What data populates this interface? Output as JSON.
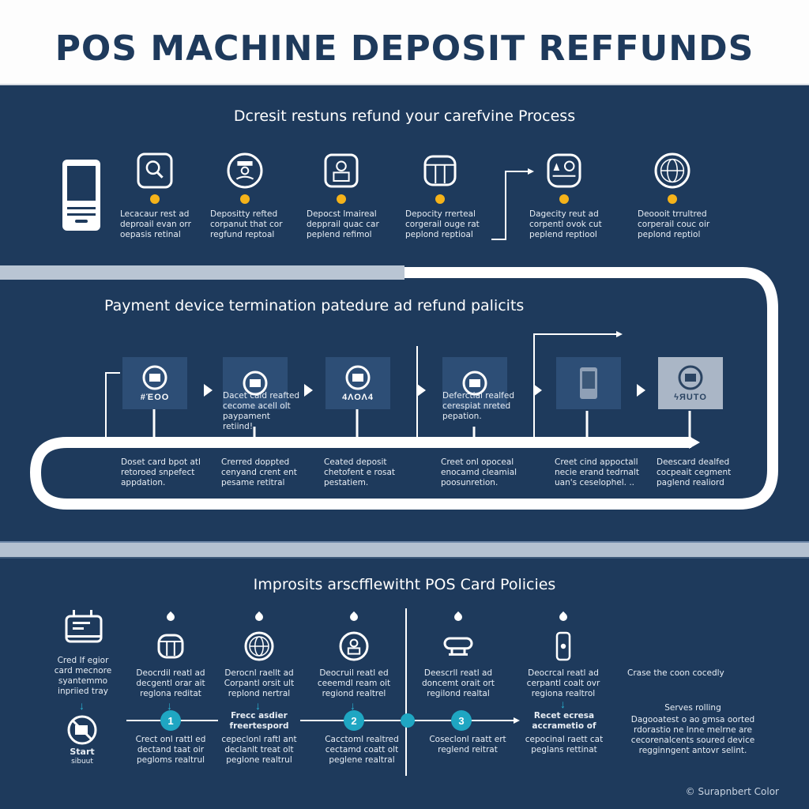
{
  "header": {
    "title": "POS MACHINE DEPOSIT  REFFUNDS"
  },
  "colors": {
    "navy": "#1e3a5c",
    "accent_yellow": "#f5b31a",
    "accent_teal": "#1fa6c2",
    "light_band": "#b4c1d0"
  },
  "section1": {
    "title": "Dcresit restuns refund your carefvine Process",
    "steps": [
      {
        "icon": "search-icon",
        "caption": "Lecacaur rest ad\ndeproail evan orr\noepasis retinal"
      },
      {
        "icon": "agent-badge-icon",
        "caption": "Depositty refted\ncorpanut that cor\nregfund reptoal"
      },
      {
        "icon": "deposit-box-icon",
        "caption": "Depocst lmaireal\ndepprail quac car\npeplend refimol"
      },
      {
        "icon": "drum-icon",
        "caption": "Depocity rrerteal\ncorgerail ouge rat\npeplond reptioal"
      },
      {
        "icon": "merchant-icon",
        "caption": "Dagecity reut ad\ncorpentl ovok cut\npeplend reptiool"
      },
      {
        "icon": "globe-icon",
        "caption": "Deoooit trrultred\ncorperail couc oir\npeplond reptiol"
      }
    ]
  },
  "section2": {
    "title": "Payment device termination patedure ad refund palicits",
    "boxes": [
      {
        "icon": "receipt-face-icon",
        "label": "#ΈΟΟ",
        "caption_above": "",
        "caption_below": "Doset card bpot atl\nretoroed snpefect\nappdation."
      },
      {
        "icon": "group-icon",
        "label": "",
        "caption_above": "Dacet caid reafted\ncecome acell olt\npaypament retiind!",
        "caption_below": "Crerred doppted\ncenyand crent ent\npesame retitral"
      },
      {
        "icon": "card-reader-icon",
        "label": "4ΛΟΛ4",
        "caption_above": "",
        "caption_below": "Ceated deposit\nchetofent e rosat\npestatiem."
      },
      {
        "icon": "check-circle-icon",
        "label": "",
        "caption_above": "Deferctial realfed\ncerespiat nreted\npepation.",
        "caption_below": "Creet onl opoceal\nenocamd cleamial\npoosunretion."
      },
      {
        "icon": "phone-icon",
        "label": "",
        "caption_above": "",
        "caption_below": "Creet cind appoctall\nnecie erand tedrnalt\nuan's ceselophel.  .."
      },
      {
        "icon": "stamp-icon",
        "label": "ϟЯUTO",
        "caption_above": "",
        "caption_below": "Deescard dealfed\ncocpeait cegment\npaglend realiord"
      }
    ]
  },
  "section3": {
    "title": "Improsits arscfflewitht POS Card Policies",
    "left": {
      "caption": "Cred If egior\ncard mecnore\nsyantemmo\ninpriied tray",
      "stop_label": "Start",
      "stop_sub": "sibuut"
    },
    "items": [
      {
        "icon": "drum-icon",
        "caption": "Deocrdil reatl ad\ndecgentl orar ait\nreglona reditat"
      },
      {
        "icon": "globe-icon",
        "caption": "Derocnl raellt ad\nCorpantl orsit ult\nreplond nertral"
      },
      {
        "icon": "person-badge-icon",
        "caption": "Deocruil reatl ed\nceeemdl ream oit\nregiond realtrel"
      },
      {
        "icon": "terminal-icon",
        "caption": "Deescrll reatl ad\ndoncemt orait ort\nregilond realtal"
      },
      {
        "icon": "phone-pay-icon",
        "caption": "Deocrcal reatl ad\ncerpantl coalt ovr\nregiona realtrol"
      }
    ],
    "timeline": [
      {
        "number": "1",
        "caption": "Crect onl rattl ed\ndectand taat oir\npegloms realtrul"
      },
      {
        "number": "",
        "caption_bold": "Frecc asdier\nfreertespord",
        "caption": "cepeclonl raftl ant\ndeclanlt treat olt\npeglone realtrul"
      },
      {
        "number": "2",
        "caption": "Cacctoml realtred\ncectamd coatt olt\npeglene realtral"
      },
      {
        "number": "",
        "caption": ""
      },
      {
        "number": "3",
        "caption": "Coseclonl raatt ert\nreglend reitrat"
      }
    ],
    "right_bold": "Recet ecresa\naccrametio of",
    "right_caption": "cepocinal raett cat\npeglans rettinat",
    "side_note": "Crase the coon cocedly",
    "side_title": "Serves rolling",
    "side_body": "Dagooatest o ao gmsa oorted\nrdorastio  ne lnne melrne are\ncecorenalcents soured device\nregginngent antovr selint."
  },
  "footer": {
    "credit": "© Surapnbert Color"
  }
}
